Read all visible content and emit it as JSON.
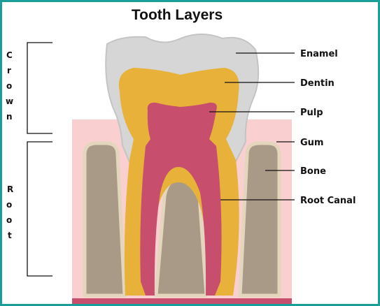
{
  "title": "Tooth Layers",
  "labels": {
    "enamel": "Enamel",
    "dentin": "Dentin",
    "pulp": "Pulp",
    "gum": "Gum",
    "bone": "Bone",
    "root_canal": "Root Canal"
  },
  "sections": {
    "crown": [
      "C",
      "r",
      "o",
      "w",
      "n"
    ],
    "root": [
      "R",
      "o",
      "o",
      "t"
    ]
  },
  "colors": {
    "border": "#1a9e9a",
    "enamel": "#d6d6d6",
    "dentin": "#e8b13a",
    "pulp": "#c84e6e",
    "gum": "#f9cfcf",
    "bone": "#a89a86",
    "bone_edge": "#e3d6bc"
  }
}
